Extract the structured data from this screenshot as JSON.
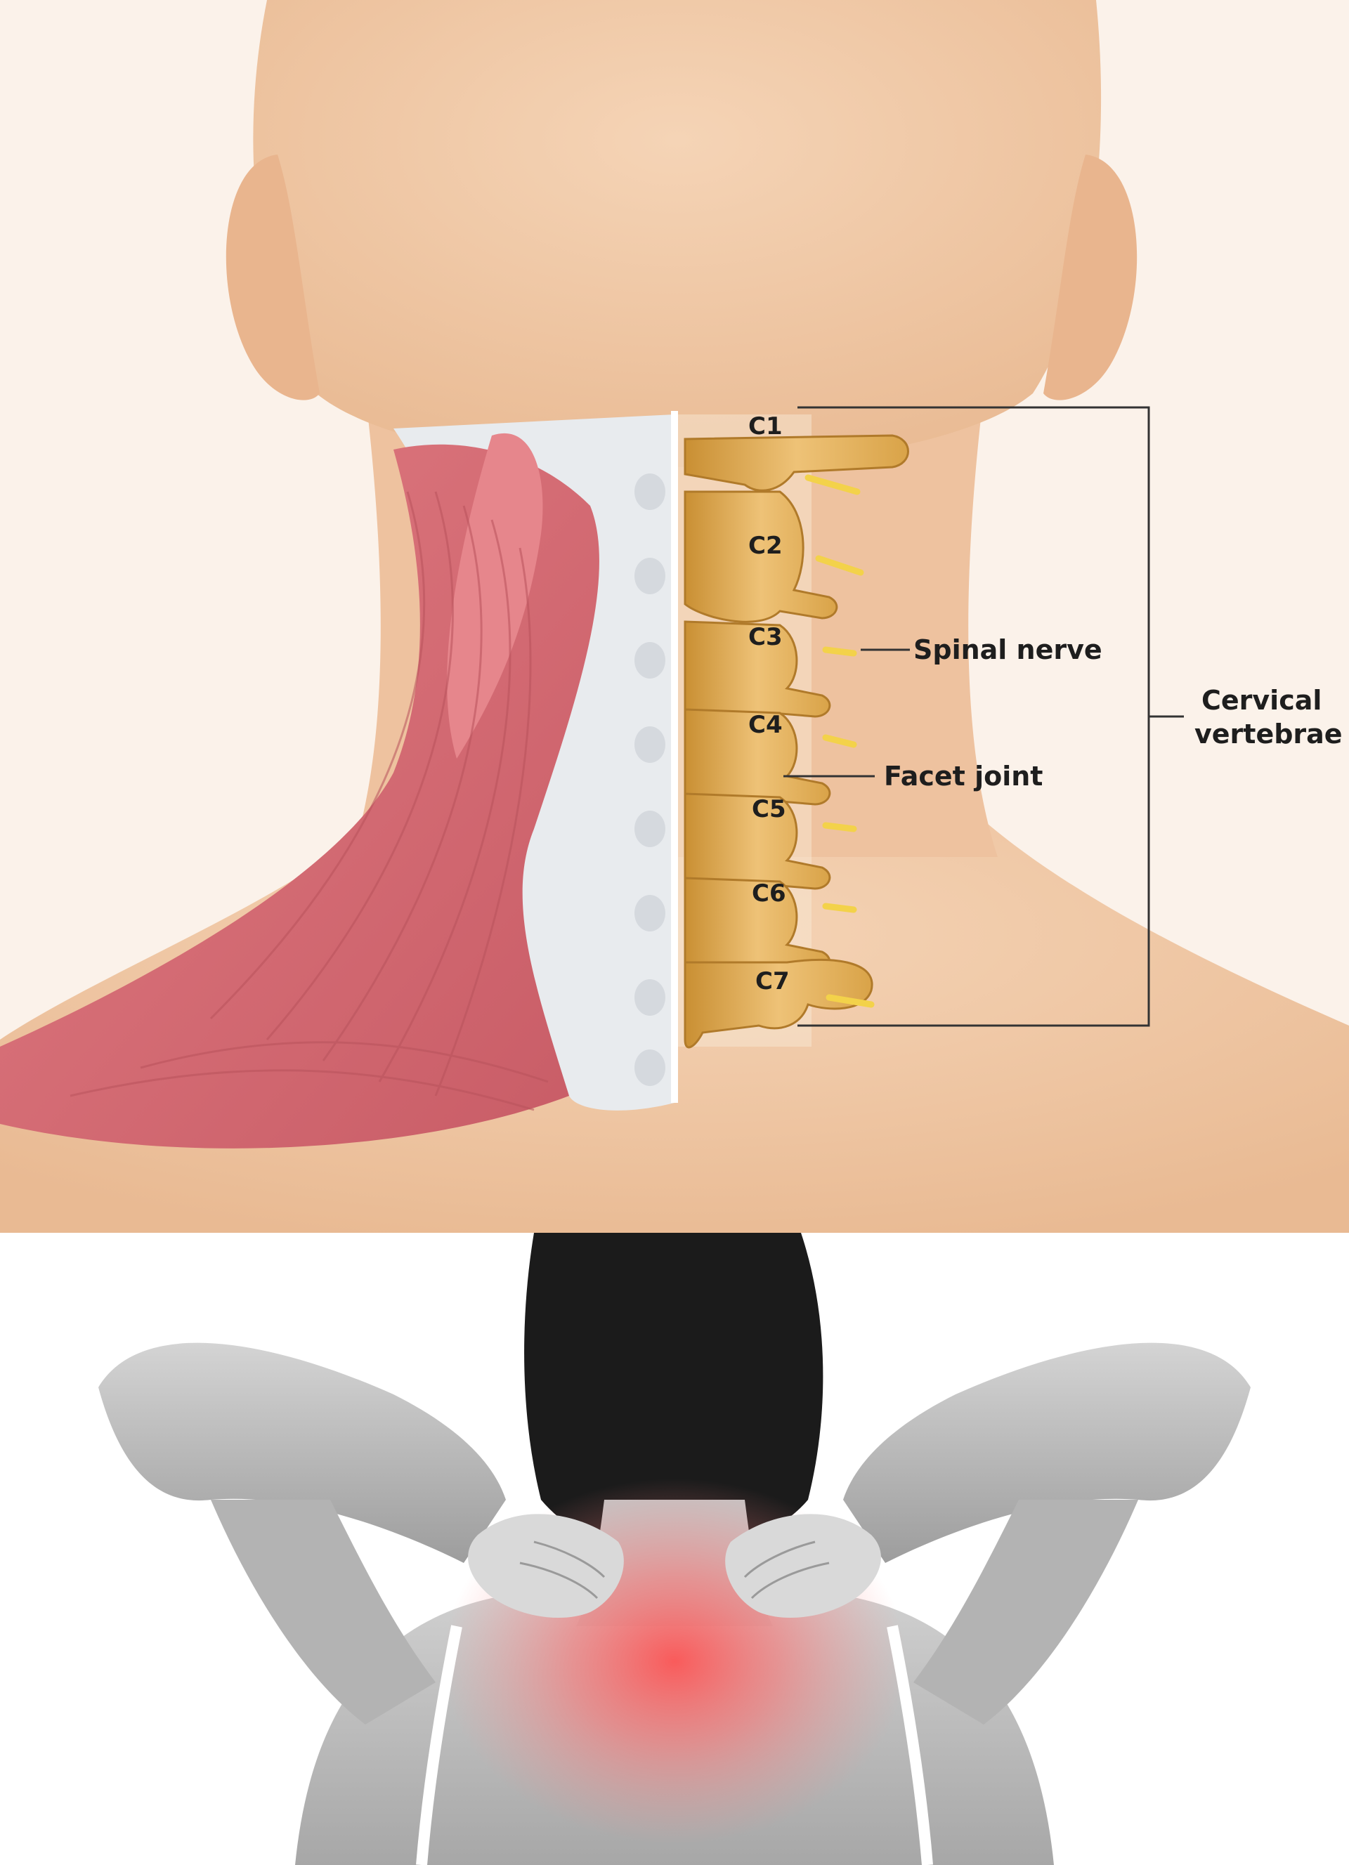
{
  "anatomy_diagram": {
    "vertebra_labels": [
      "C1",
      "C2",
      "C3",
      "C4",
      "C5",
      "C6",
      "C7"
    ],
    "callouts": {
      "spinal_nerve": "Spinal nerve",
      "facet_joint": "Facet joint",
      "cervical_vertebrae_line1": "Cervical",
      "cervical_vertebrae_line2": "vertebrae"
    }
  },
  "colors": {
    "skin": "#f0c7a4",
    "skin_shadow": "#e4b08a",
    "muscle": "#d9737a",
    "tendon_white": "#e9ecef",
    "bone": "#e2b35a",
    "nerve": "#f3d24a",
    "bracket_line": "#333333",
    "photo_skin": "#c9c9c9",
    "hair": "#1a1a1a",
    "pain_red": "#ff5a5a"
  }
}
